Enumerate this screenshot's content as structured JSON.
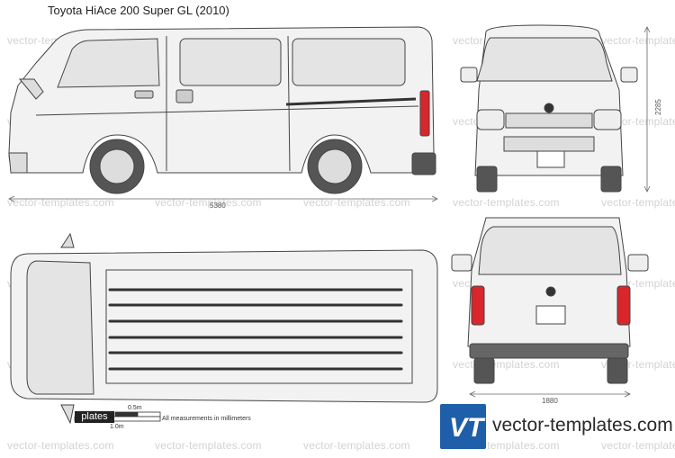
{
  "title": "Toyota HiAce 200 Super GL (2010)",
  "watermark_text": "vector-templates.com",
  "dimensions": {
    "length": "5380",
    "height": "2285",
    "width": "1880"
  },
  "scale": {
    "half": "0.5m",
    "full": "1.0m",
    "note": "All measurements in millimeters"
  },
  "plates_label": "plates",
  "brand": {
    "logo_text": "VT",
    "site": "vector-templates.com",
    "color": "#1f5ea8"
  },
  "colors": {
    "body_fill": "#f2f2f2",
    "outline": "#444444",
    "glass": "#e4e4e4",
    "tail_light": "#d8262c",
    "tyre": "#555555"
  }
}
